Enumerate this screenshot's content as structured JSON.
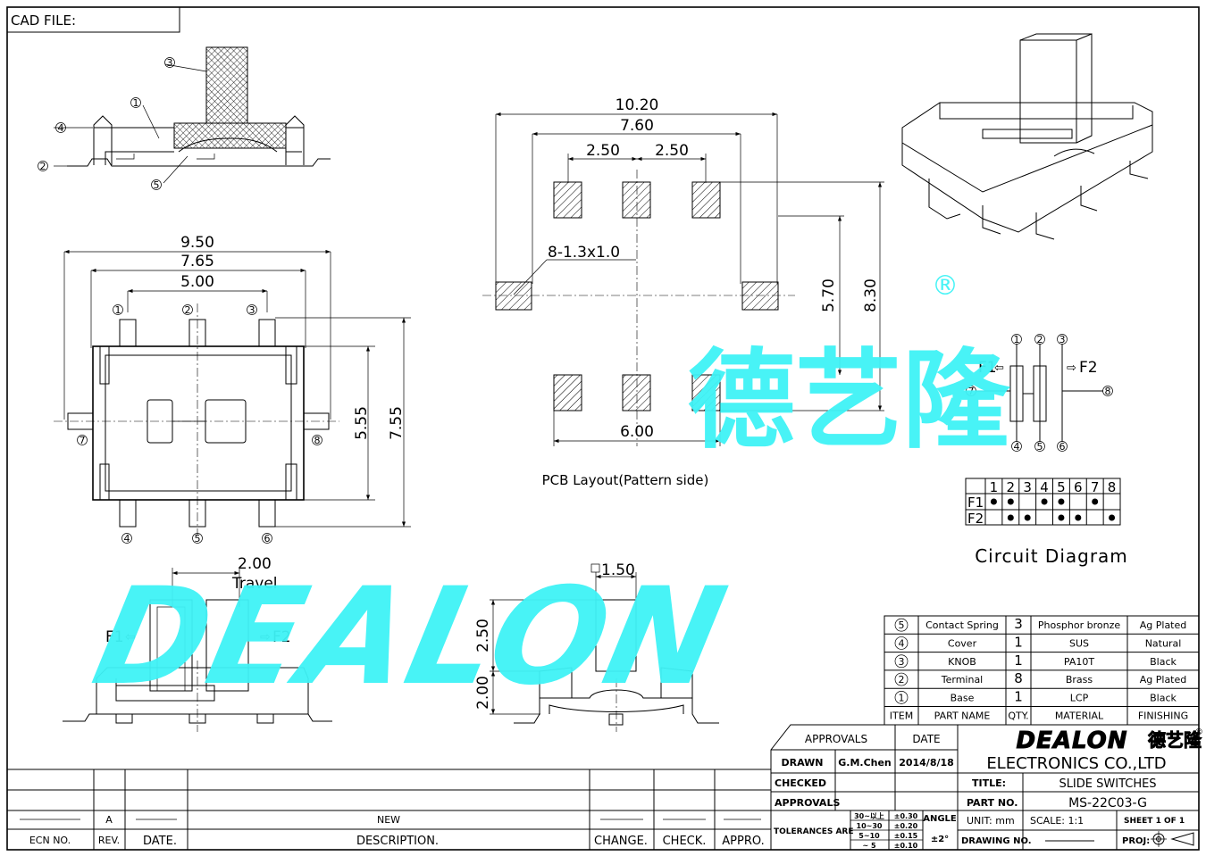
{
  "header": {
    "cad_file": "CAD FILE:"
  },
  "side_view_top": {
    "callouts": [
      "3",
      "1",
      "4",
      "2",
      "5"
    ]
  },
  "top_view": {
    "dims": {
      "w1": "9.50",
      "w2": "7.65",
      "w3": "5.00",
      "h1": "5.55",
      "h2": "7.55"
    },
    "pins": [
      "1",
      "2",
      "3",
      "4",
      "5",
      "6",
      "7",
      "8"
    ]
  },
  "pcb": {
    "dims": {
      "d1": "10.20",
      "d2": "7.60",
      "d3a": "2.50",
      "d3b": "2.50",
      "pad": "8-1.3x1.0",
      "v1": "5.70",
      "v2": "8.30",
      "d6": "6.00"
    },
    "caption": "PCB Layout(Pattern side)"
  },
  "travel_view": {
    "dim": "2.00",
    "travel": "Travel",
    "f1": "F1",
    "f2": "F2"
  },
  "front_view": {
    "w": "1.50",
    "h1": "2.50",
    "h2": "2.00"
  },
  "circuit": {
    "f1": "F1",
    "f2": "F2",
    "pins": [
      "1",
      "2",
      "3",
      "4",
      "5",
      "6",
      "7",
      "8"
    ],
    "title": "Circuit Diagram",
    "table_cols": [
      "1",
      "2",
      "3",
      "4",
      "5",
      "6",
      "7",
      "8"
    ],
    "table_rows": [
      {
        "label": "F1",
        "dots": [
          true,
          true,
          false,
          true,
          true,
          false,
          true,
          false
        ]
      },
      {
        "label": "F2",
        "dots": [
          false,
          true,
          true,
          false,
          true,
          true,
          false,
          true
        ]
      }
    ]
  },
  "watermark": {
    "latin": "DEALON",
    "cjk": "德艺隆",
    "reg": "®"
  },
  "bom": {
    "rows": [
      {
        "item": "5",
        "part": "Contact Spring",
        "qty": "3",
        "material": "Phosphor bronze",
        "finishing": "Ag Plated"
      },
      {
        "item": "4",
        "part": "Cover",
        "qty": "1",
        "material": "SUS",
        "finishing": "Natural"
      },
      {
        "item": "3",
        "part": "KNOB",
        "qty": "1",
        "material": "PA10T",
        "finishing": "Black"
      },
      {
        "item": "2",
        "part": "Terminal",
        "qty": "8",
        "material": "Brass",
        "finishing": "Ag Plated"
      },
      {
        "item": "1",
        "part": "Base",
        "qty": "1",
        "material": "LCP",
        "finishing": "Black"
      }
    ],
    "headers": {
      "item": "ITEM",
      "part": "PART NAME",
      "qty": "QTY.",
      "material": "MATERIAL",
      "finishing": "FINISHING"
    }
  },
  "title_block": {
    "approvals": "APPROVALS",
    "date": "DATE",
    "drawn": "DRAWN",
    "drawn_by": "G.M.Chen",
    "drawn_date": "2014/8/18",
    "checked": "CHECKED",
    "approvals2": "APPROVALS",
    "company": "ELECTRONICS  CO.,LTD",
    "title_label": "TITLE:",
    "title": "SLIDE  SWITCHES",
    "partno_label": "PART NO.",
    "partno": "MS-22C03-G",
    "tol_label": "TOLERANCES ARE",
    "tol_ranges": [
      "30~以上",
      "10~30",
      "5~10",
      "~ 5"
    ],
    "tol_values": [
      "±0.30",
      "±0.20",
      "±0.15",
      "±0.10"
    ],
    "angle": "ANGLE",
    "angle_val": "±2°",
    "unit": "UNIT:  mm",
    "scale": "SCALE:   1:1",
    "sheet": "SHEET   1  OF  1",
    "drawing_no": "DRAWING  NO.",
    "proj": "PROJ:"
  },
  "revision": {
    "ecn": "ECN  NO.",
    "rev": "REV.",
    "date": "DATE.",
    "desc": "DESCRIPTION.",
    "change": "CHANGE.",
    "check": "CHECK.",
    "appro": "APPRO.",
    "row_rev": "A",
    "row_desc": "NEW"
  }
}
